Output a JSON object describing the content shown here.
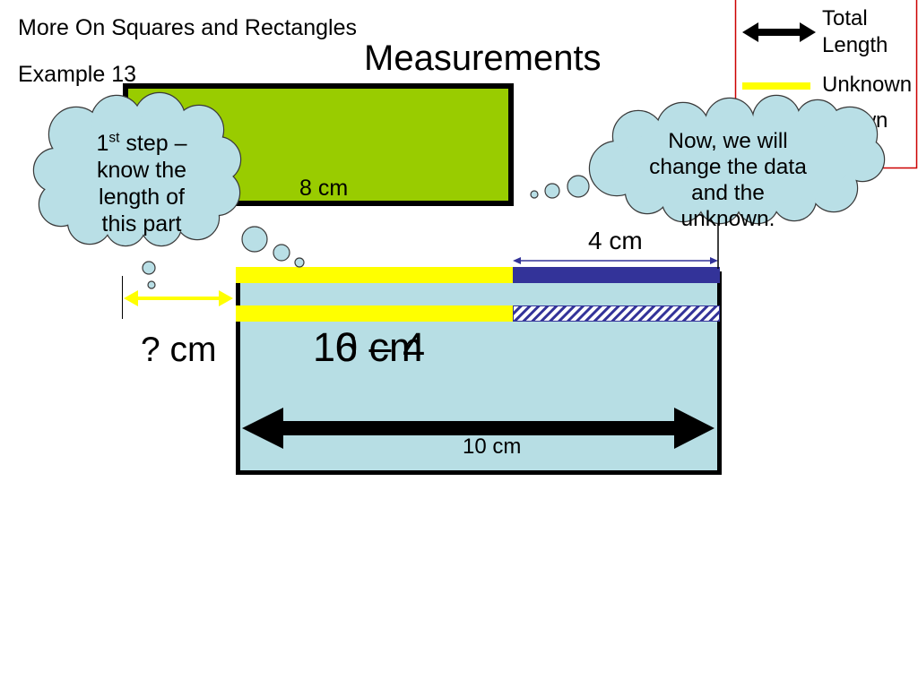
{
  "slide": {
    "section_title": "More On Squares and Rectangles",
    "example_label": "Example 13",
    "title": "Measurements"
  },
  "legend": {
    "total_length": "Total Length",
    "total_length_icon": "double-arrow-icon",
    "unknown": "Unknown",
    "known": "Known",
    "border_color": "#cc0000"
  },
  "colors": {
    "green_rectangle": "#99cc00",
    "panel": "#b7dee4",
    "unknown": "#ffff00",
    "known": "#333399",
    "cloud": "#b9dfe6",
    "arrow": "#000000"
  },
  "green_rectangle": {
    "length_label": "8 cm"
  },
  "diagram": {
    "known_length_label": "4 cm",
    "total_length_label": "10 cm",
    "unknown_length_label": "? cm",
    "working": "10 – 4",
    "result": "6 cm"
  },
  "clouds": {
    "left": {
      "line1_number": "1",
      "line1_superscript": "st",
      "line1_rest": " step –",
      "lines": [
        "know the",
        "length of",
        "this part"
      ]
    },
    "right": {
      "lines": [
        "Now, we will",
        "change the data",
        "and the",
        "unknown."
      ]
    }
  }
}
